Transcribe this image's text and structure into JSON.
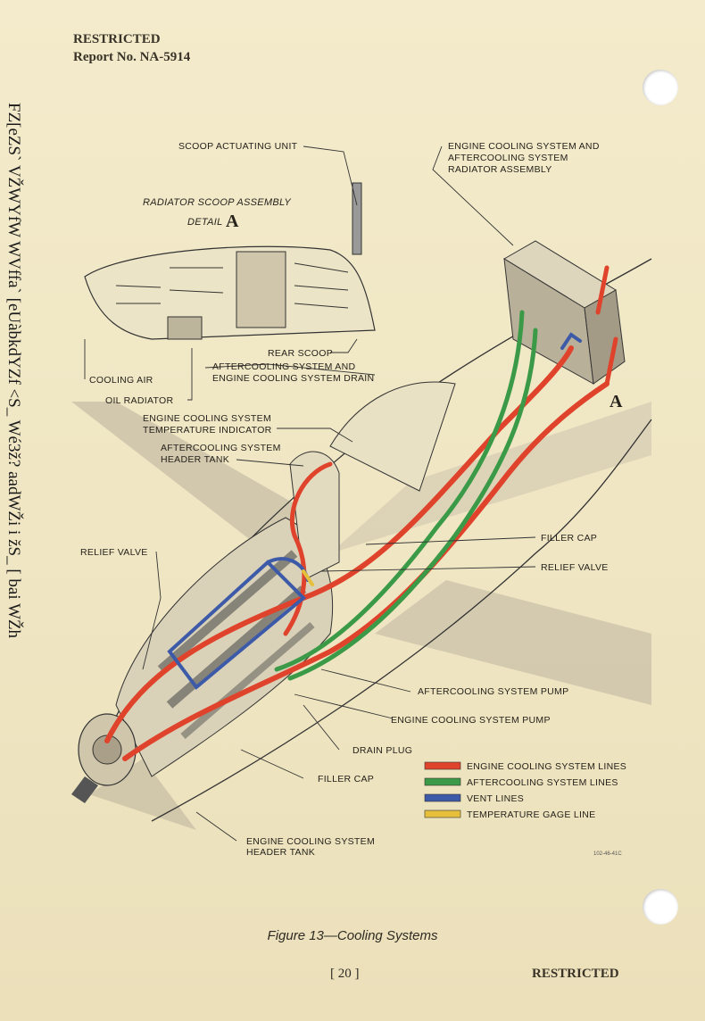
{
  "header": {
    "classification": "RESTRICTED",
    "report": "Report No. NA-5914"
  },
  "side_text": "FZ[eZS` VŽWYfW WVffa` [eUàbkdYZf <S_ Wé3ž? aadWŽi i žS_ [ bai WŽh",
  "figure": {
    "detail_title": "RADIATOR SCOOP ASSEMBLY",
    "detail_sub": "DETAIL",
    "detail_letter": "A",
    "section_letter": "A",
    "labels": {
      "scoop_actuating_unit": "SCOOP ACTUATING UNIT",
      "radiator_assembly_1": "ENGINE COOLING SYSTEM AND",
      "radiator_assembly_2": "AFTERCOOLING SYSTEM",
      "radiator_assembly_3": "RADIATOR ASSEMBLY",
      "rear_scoop": "REAR SCOOP",
      "drain_1": "AFTERCOOLING SYSTEM AND",
      "drain_2": "ENGINE COOLING SYSTEM DRAIN",
      "cooling_air": "COOLING AIR",
      "oil_radiator": "OIL RADIATOR",
      "temp_indicator_1": "ENGINE COOLING SYSTEM",
      "temp_indicator_2": "TEMPERATURE INDICATOR",
      "header_tank_after_1": "AFTERCOOLING SYSTEM",
      "header_tank_after_2": "HEADER TANK",
      "relief_valve_left": "RELIEF VALVE",
      "filler_cap_right": "FILLER CAP",
      "relief_valve_right": "RELIEF VALVE",
      "aftercooling_pump": "AFTERCOOLING SYSTEM PUMP",
      "engine_pump": "ENGINE COOLING SYSTEM PUMP",
      "drain_plug": "DRAIN PLUG",
      "filler_cap_bottom": "FILLER CAP",
      "header_tank_engine_1": "ENGINE COOLING SYSTEM",
      "header_tank_engine_2": "HEADER TANK",
      "drawing_number": "102-46-41C"
    },
    "legend": [
      {
        "label": "ENGINE COOLING SYSTEM LINES",
        "color": "#e0432c"
      },
      {
        "label": "AFTERCOOLING SYSTEM LINES",
        "color": "#3b9a47"
      },
      {
        "label": "VENT LINES",
        "color": "#3d5aa8"
      },
      {
        "label": "TEMPERATURE GAGE LINE",
        "color": "#e6c03a"
      }
    ]
  },
  "caption": "Figure 13—Cooling Systems",
  "page_number": "[ 20 ]",
  "footer": "RESTRICTED",
  "colors": {
    "paper": "#efe6c4",
    "ink": "#26221c",
    "shade": "#c9c0a8"
  }
}
